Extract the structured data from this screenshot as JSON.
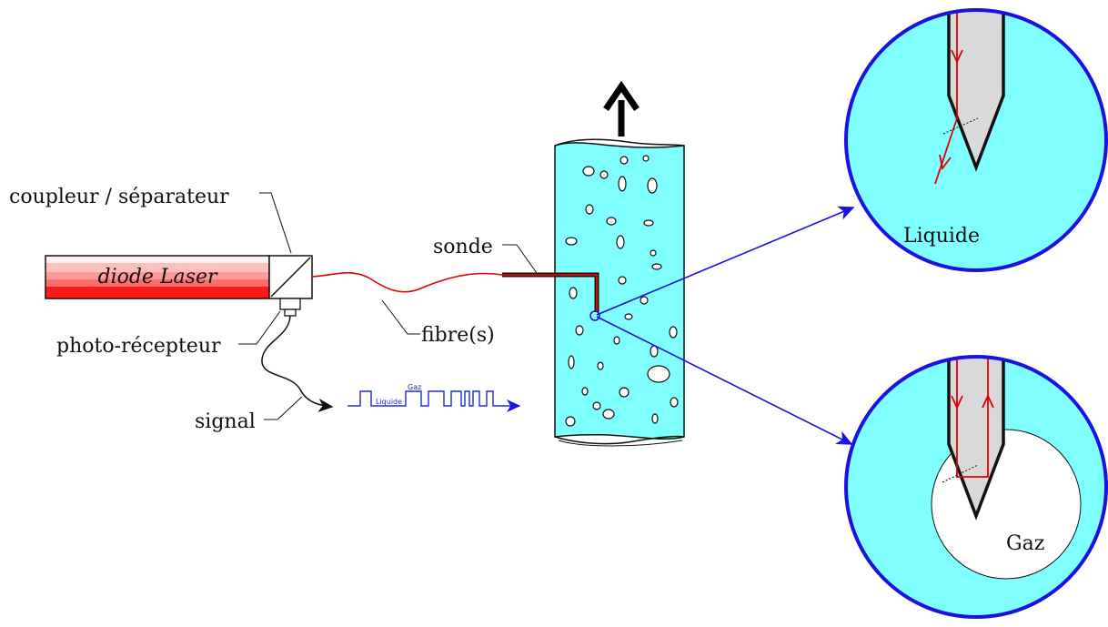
{
  "labels": {
    "coupler": "coupleur / séparateur",
    "diode": "diode Laser",
    "photo": "photo-récepteur",
    "signal": "signal",
    "sonde": "sonde",
    "fibre": "fibre(s)",
    "liquide_small": "Liquide",
    "gaz_small": "Gaz",
    "liquide": "Liquide",
    "gaz": "Gaz"
  },
  "colors": {
    "liquid": "#7fffff",
    "circle_border": "#1a12e0",
    "fiber": "#e00000",
    "signal": "#1f2bd6",
    "probe_fill": "#d9d9d9"
  }
}
